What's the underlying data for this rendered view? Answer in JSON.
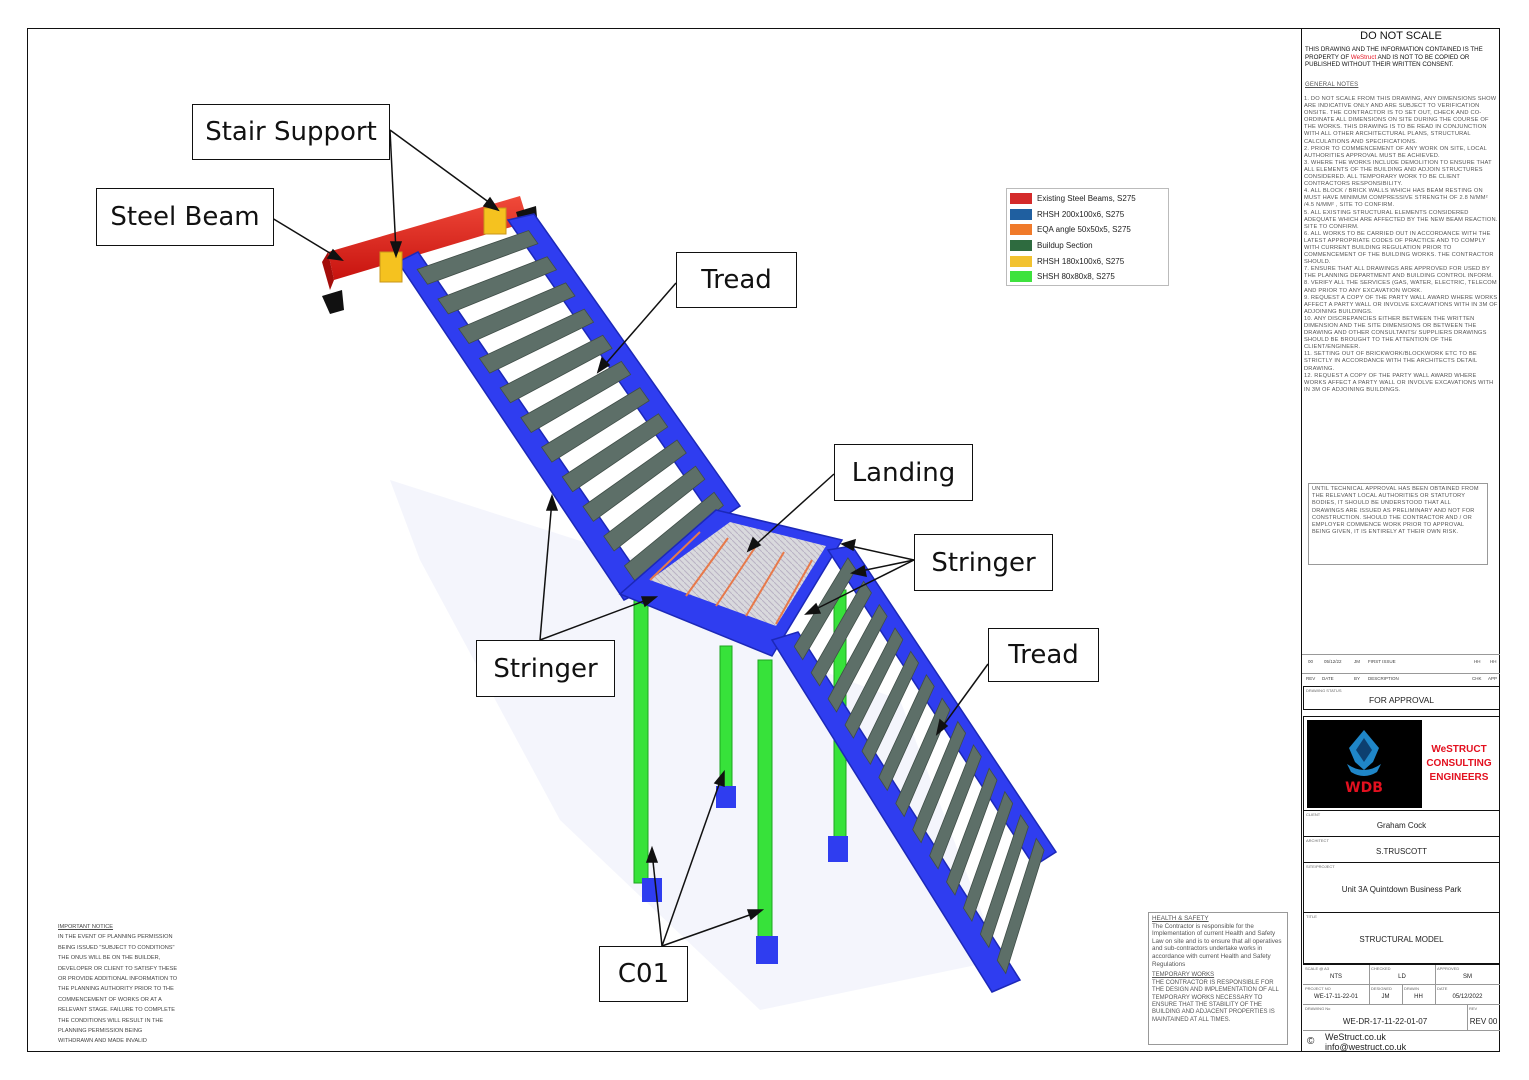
{
  "callouts": {
    "stair_support": "Stair Support",
    "steel_beam": "Steel Beam",
    "tread_top": "Tread",
    "landing": "Landing",
    "stringer_right": "Stringer",
    "stringer_left": "Stringer",
    "tread_bottom": "Tread",
    "column": "C01"
  },
  "legend": [
    {
      "label": "Existing Steel Beams, S275",
      "color": "#d42a2a"
    },
    {
      "label": "RHSH 200x100x6, S275",
      "color": "#1f5fa0"
    },
    {
      "label": "EQA angle 50x50x5, S275",
      "color": "#f07a2a"
    },
    {
      "label": "Buildup Section",
      "color": "#2e6b3f"
    },
    {
      "label": "RHSH 180x100x6, S275",
      "color": "#f2c230"
    },
    {
      "label": "SHSH 80x80x8, S275",
      "color": "#3ee23e"
    }
  ],
  "colors": {
    "stringer": "#2f3df0",
    "beam": "#e8231d",
    "support": "#f5c21f",
    "column": "#37e23a",
    "tread": "#5d6f68",
    "brand_red": "#e3101f"
  },
  "title_block": {
    "do_not_scale": "DO NOT SCALE",
    "property_notice_1": "THIS DRAWING AND THE INFORMATION CONTAINED IS THE PROPERTY OF",
    "property_brand": "WeStruct",
    "property_notice_2": "AND IS NOT TO BE COPIED OR PUBLISHED WITHOUT THEIR WRITTEN CONSENT.",
    "general_notes_heading": "GENERAL NOTES",
    "general_notes": [
      "1. DO NOT SCALE FROM THIS DRAWING, ANY DIMENSIONS SHOW ARE INDICATIVE ONLY AND ARE SUBJECT TO VERIFICATION ONSITE. THE CONTRACTOR IS TO SET OUT, CHECK AND CO-ORDINATE ALL DIMENSIONS ON SITE DURING THE COURSE OF THE WORKS. THIS DRAWING IS TO BE READ IN CONJUNCTION WITH ALL OTHER ARCHITECTURAL PLANS, STRUCTURAL CALCULATIONS AND SPECIFICATIONS.",
      "2. PRIOR TO COMMENCEMENT OF ANY WORK ON SITE, LOCAL AUTHORITIES APPROVAL MUST BE ACHIEVED.",
      "3. WHERE THE WORKS INCLUDE DEMOLITION TO ENSURE THAT ALL ELEMENTS OF THE BUILDING AND ADJOIN STRUCTURES CONSIDERED. ALL TEMPORARY WORK TO BE CLIENT CONTRACTORS RESPONSIBILITY.",
      "4. ALL BLOCK / BRICK WALLS WHICH HAS BEAM RESTING ON MUST HAVE MINIMUM COMPRESSIVE STRENGTH OF 2.8 N/MM² /4.5 N/MM² , SITE TO CONFIRM.",
      "5. ALL EXISTING STRUCTURAL ELEMENTS CONSIDERED ADEQUATE WHICH ARE AFFECTED BY THE NEW BEAM REACTION. SITE TO CONFIRM.",
      "6. ALL WORKS TO BE CARRIED OUT IN ACCORDANCE WITH THE LATEST APPROPRIATE CODES OF PRACTICE AND TO COMPLY WITH CURRENT BUILDING REGULATION PRIOR TO COMMENCEMENT OF THE BUILDING WORKS. THE CONTRACTOR SHOULD.",
      "7. ENSURE THAT ALL DRAWINGS ARE APPROVED FOR USED BY THE PLANNING DEPARTMENT AND BUILDING CONTROL INFORM.",
      "8. VERIFY ALL THE SERVICES (GAS, WATER, ELECTRIC, TELECOM AND PRIOR TO ANY EXCAVATION WORK.",
      "9. REQUEST A COPY OF THE PARTY WALL AWARD WHERE WORKS AFFECT A PARTY WALL OR INVOLVE EXCAVATIONS WITH IN 3M OF ADJOINING BUILDINGS.",
      "10. ANY DISCREPANCIES EITHER BETWEEN THE WRITTEN DIMENSION AND THE SITE DIMENSIONS OR BETWEEN THE DRAWING AND OTHER CONSULTANTS/ SUPPLIERS DRAWINGS SHOULD BE BROUGHT TO THE ATTENTION OF THE CLIENT/ENGINEER.",
      "11. SETTING OUT OF BRICKWORK/BLOCKWORK ETC TO BE STRICTLY IN ACCORDANCE WITH THE ARCHITECTS DETAIL DRAWING.",
      "12. REQUEST A COPY OF THE PARTY WALL AWARD WHERE WORKS AFFECT A PARTY WALL OR INVOLVE EXCAVATIONS WITH IN 3M OF ADJOINING BUILDINGS."
    ],
    "approval_notice": "UNTIL TECHNICAL APPROVAL HAS BEEN OBTAINED FROM THE RELEVANT LOCAL AUTHORITIES OR STATUTORY BODIES, IT SHOULD BE UNDERSTOOD THAT ALL DRAWINGS ARE ISSUED AS PRELIMINARY AND NOT FOR CONSTRUCTION. SHOULD THE CONTRACTOR AND / OR EMPLOYER COMMENCE WORK PRIOR TO APPROVAL BEING GIVEN, IT IS ENTIRELY AT THEIR OWN RISK.",
    "revision": {
      "rev": "00",
      "date": "05/12/22",
      "by": "JM",
      "description": "FIRST ISSUE",
      "chk": "HH",
      "app": "HH"
    },
    "revision_headers": {
      "rev": "REV",
      "date": "DATE",
      "by": "BY",
      "description": "DESCRIPTION",
      "chk": "CHK",
      "app": "APP"
    },
    "drawing_status_label": "DRAWING STATUS",
    "drawing_status": "FOR APPROVAL",
    "company_name": [
      "WeSTRUCT",
      "CONSULTING",
      "ENGINEERS"
    ],
    "logo_text": "WDB",
    "client_label": "CLIENT",
    "client": "Graham Cock",
    "architect_label": "ARCHITECT",
    "architect": "S.TRUSCOTT",
    "site_label": "SITE/PROJECT",
    "site": "Unit 3A Quintdown Business Park",
    "title_label": "TITLE",
    "title": "STRUCTURAL MODEL",
    "scale_label": "SCALE @ A3",
    "scale": "NTS",
    "checked_label": "CHECKED",
    "checked": "LD",
    "approved_label": "APPROVED",
    "approved": "SM",
    "project_no_label": "PROJECT NO",
    "project_no": "WE-17-11-22-01",
    "designed_label": "DESIGNED",
    "designed": "JM",
    "drawn_label": "DRAWN",
    "drawn": "HH",
    "date_label": "DATE",
    "date": "05/12/2022",
    "drawing_no_label": "DRAWING No",
    "drawing_no": "WE-DR-17-11-22-01-07",
    "rev_label": "REV",
    "rev": "REV 00",
    "copyright": "©",
    "website": "WeStruct.co.uk",
    "email": "info@westruct.co.uk"
  },
  "health_safety": {
    "heading": "HEALTH & SAFETY",
    "text": "The Contractor is responsible for the Implementation of current Health and Safety Law on site and is to ensure that all operatives and sub-contractors undertake works in accordance with current Health and Safety Regulations",
    "temp_heading": "TEMPORARY WORKS",
    "temp_text": "THE CONTRACTOR IS RESPONSIBLE FOR THE DESIGN AND IMPLEMENTATION OF ALL TEMPORARY WORKS NECESSARY TO ENSURE THAT THE STABILITY OF THE BUILDING AND ADJACENT PROPERTIES IS MAINTAINED AT ALL TIMES."
  },
  "important_notice": {
    "heading": "IMPORTANT NOTICE",
    "text": "IN THE EVENT OF PLANNING PERMISSION BEING ISSUED \"SUBJECT TO CONDITIONS\" THE ONUS WILL BE ON THE BUILDER, DEVELOPER OR CLIENT TO SATISFY THESE OR PROVIDE ADDITIONAL INFORMATION TO THE PLANNING AUTHORITY PRIOR TO THE COMMENCEMENT OF WORKS OR AT A RELEVANT STAGE. FAILURE TO COMPLETE THE CONDITIONS WILL RESULT IN THE PLANNING PERMISSION BEING WITHDRAWN AND MADE INVALID"
  }
}
